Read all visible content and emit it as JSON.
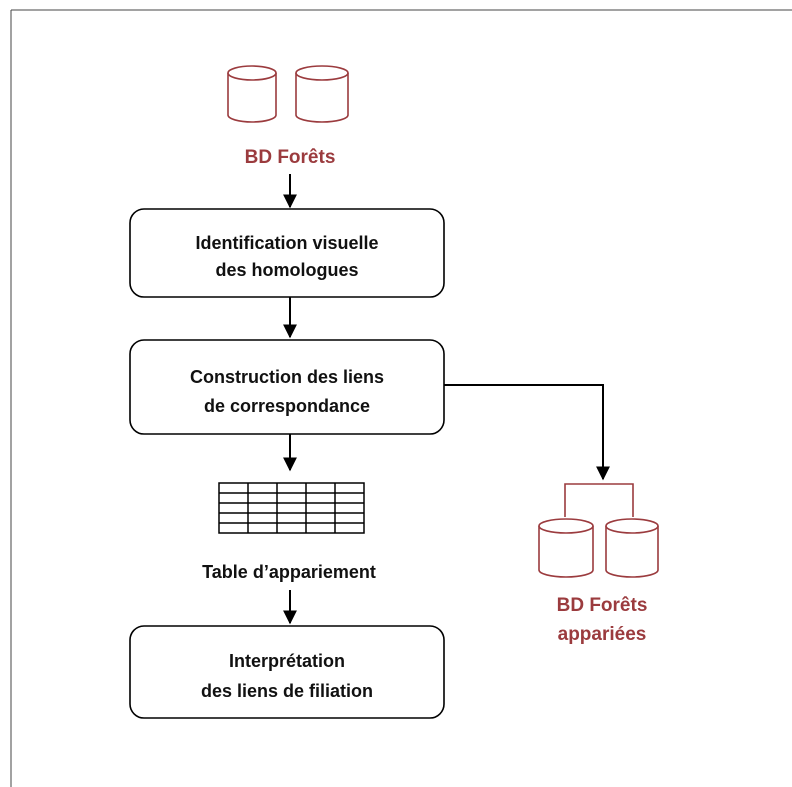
{
  "colors": {
    "accent": "#9b3b3e",
    "box_stroke": "#000000",
    "text": "#111111",
    "frame": "#444444"
  },
  "source_db": {
    "label": "BD Forêts"
  },
  "steps": [
    {
      "line1": "Identification visuelle",
      "line2": "des homologues"
    },
    {
      "line1": "Construction des liens",
      "line2": "de correspondance"
    },
    {
      "line1": "Interprétation",
      "line2": "des liens de filiation"
    }
  ],
  "table": {
    "label": "Table d’appariement",
    "icon": "table-grid-icon",
    "rows": 5,
    "cols": 5
  },
  "output_db": {
    "line1": "BD Forêts",
    "line2": "appariées"
  }
}
